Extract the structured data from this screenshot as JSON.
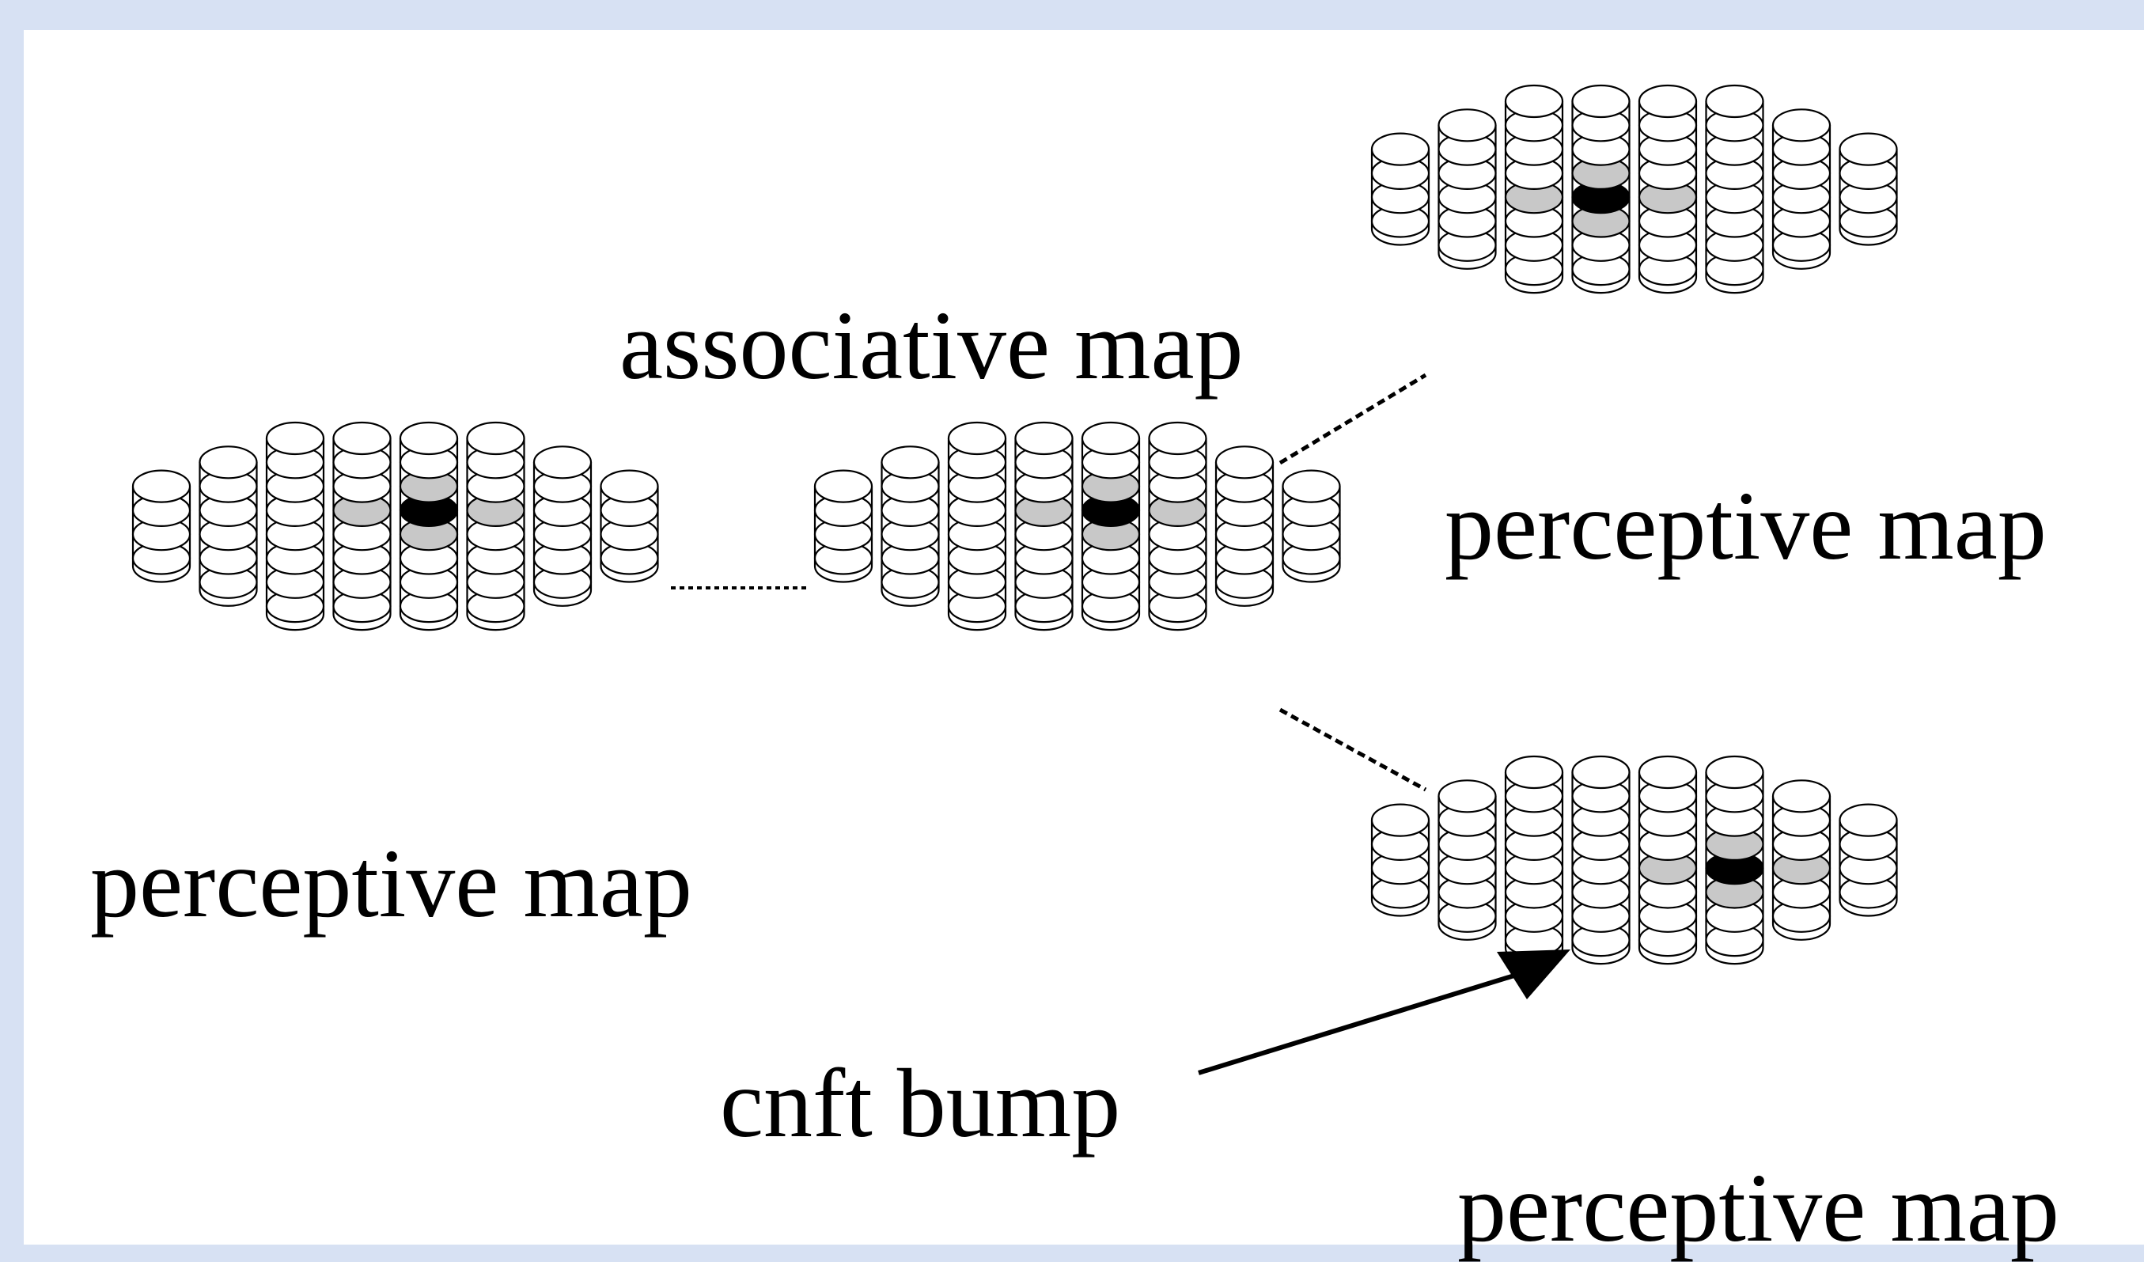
{
  "colors": {
    "background_frame": "#d7e1f3",
    "canvas": "#ffffff",
    "cell_fill": "#ffffff",
    "cell_stroke": "#000000",
    "bump_peak": "#000000",
    "bump_neighbor": "#c8c8c8",
    "link_line": "#000000"
  },
  "labels": {
    "associative_map": "associative map",
    "perceptive_map_left": "perceptive map",
    "perceptive_map_top_right": "perceptive map",
    "perceptive_map_bottom_right": "perceptive map",
    "cnft_bump": "cnft bump"
  },
  "map_structure": {
    "column_heights": [
      4,
      6,
      8,
      8,
      8,
      8,
      6,
      4
    ]
  },
  "maps": [
    {
      "id": "perceptive-map-left",
      "bump_peak": {
        "column": 4,
        "layer": 3
      }
    },
    {
      "id": "associative-map",
      "bump_peak": {
        "column": 4,
        "layer": 3
      }
    },
    {
      "id": "perceptive-map-top-right",
      "bump_peak": {
        "column": 3,
        "layer": 4
      }
    },
    {
      "id": "perceptive-map-bottom-right",
      "bump_peak": {
        "column": 5,
        "layer": 4
      }
    }
  ]
}
